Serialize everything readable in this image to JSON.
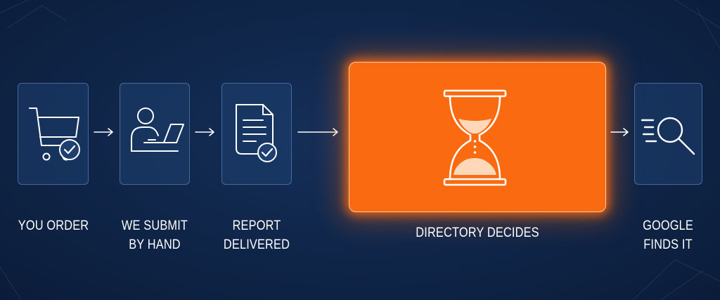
{
  "steps": [
    {
      "label_line1": "YOU ORDER",
      "label_line2": "",
      "icon": "shopping-cart-check-icon"
    },
    {
      "label_line1": "WE SUBMIT",
      "label_line2": "BY HAND",
      "icon": "person-laptop-icon"
    },
    {
      "label_line1": "REPORT",
      "label_line2": "DELIVERED",
      "icon": "document-check-icon"
    },
    {
      "label_line1": "DIRECTORY DECIDES",
      "label_line2": "",
      "icon": "hourglass-icon",
      "highlighted": true
    },
    {
      "label_line1": "GOOGLE",
      "label_line2": "FINDS IT",
      "icon": "search-magnifier-icon"
    }
  ],
  "colors": {
    "background": "#0f2548",
    "box_fill": "#1e4070",
    "box_border": "#6e96cd",
    "accent": "#fa6a10",
    "text": "#ffffff"
  }
}
